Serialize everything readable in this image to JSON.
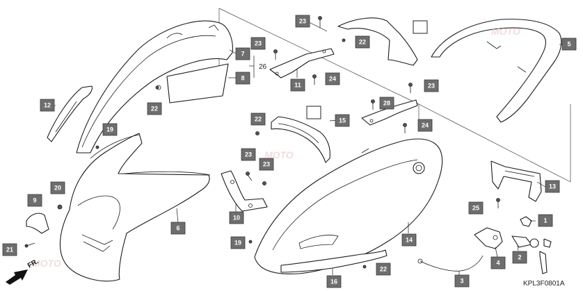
{
  "diagram_code": "KPL3F0801A",
  "front_label": "FR.",
  "watermark": "MOTO",
  "ref_26": "26",
  "callouts": [
    "1",
    "2",
    "3",
    "4",
    "5",
    "6",
    "7",
    "8",
    "9",
    "10",
    "11",
    "12",
    "13",
    "14",
    "15",
    "16",
    "19",
    "19",
    "20",
    "21",
    "22",
    "22",
    "22",
    "22",
    "22",
    "23",
    "23",
    "23",
    "23",
    "23",
    "23",
    "24",
    "24",
    "24",
    "25",
    "28"
  ]
}
